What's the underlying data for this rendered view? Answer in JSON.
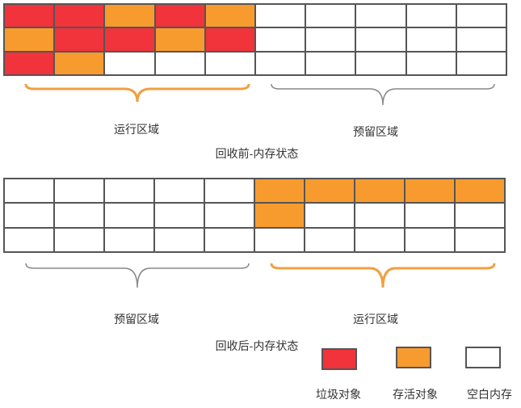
{
  "before": {
    "rows": [
      [
        "garbage",
        "garbage",
        "live",
        "garbage",
        "live",
        "empty",
        "empty",
        "empty",
        "empty",
        "empty"
      ],
      [
        "live",
        "garbage",
        "garbage",
        "live",
        "garbage",
        "empty",
        "empty",
        "empty",
        "empty",
        "empty"
      ],
      [
        "garbage",
        "live",
        "empty",
        "empty",
        "empty",
        "empty",
        "empty",
        "empty",
        "empty",
        "empty"
      ]
    ],
    "left_region_label": "运行区域",
    "right_region_label": "预留区域",
    "caption": "回收前-内存状态"
  },
  "after": {
    "rows": [
      [
        "empty",
        "empty",
        "empty",
        "empty",
        "empty",
        "live",
        "live",
        "live",
        "live",
        "live"
      ],
      [
        "empty",
        "empty",
        "empty",
        "empty",
        "empty",
        "live",
        "empty",
        "empty",
        "empty",
        "empty"
      ],
      [
        "empty",
        "empty",
        "empty",
        "empty",
        "empty",
        "empty",
        "empty",
        "empty",
        "empty",
        "empty"
      ]
    ],
    "left_region_label": "预留区域",
    "right_region_label": "运行区域",
    "caption": "回收后-内存状态"
  },
  "legend": {
    "garbage_label": "垃圾对象",
    "live_label": "存活对象",
    "empty_label": "空白内存"
  },
  "colors": {
    "garbage": "#f1333b",
    "live": "#f89b2f",
    "empty": "#ffffff",
    "active_brace": "#f0a040",
    "reserve_brace": "#888888"
  }
}
